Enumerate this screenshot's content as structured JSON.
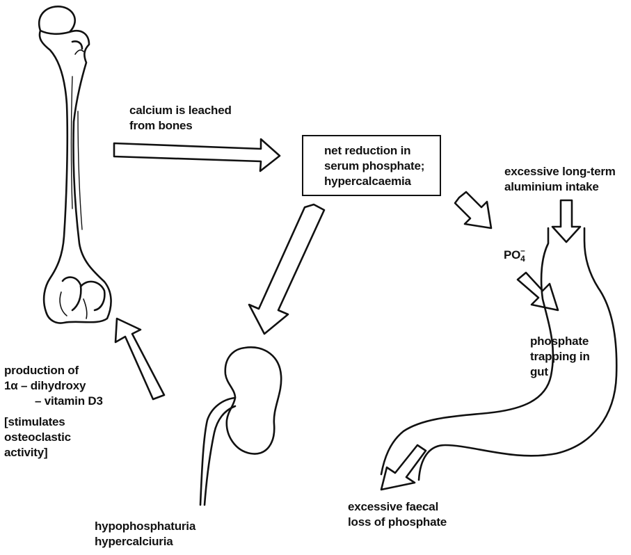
{
  "diagram": {
    "labels": {
      "calcium_leached": [
        "calcium is leached",
        "from bones"
      ],
      "net_reduction": [
        "net reduction in",
        "serum phosphate;",
        "hypercalcaemia"
      ],
      "aluminium_intake": [
        "excessive long-term",
        "aluminium intake"
      ],
      "po4": "PO",
      "po4_sub": "4",
      "po4_sup": "–",
      "phosphate_trapping": [
        "phosphate",
        "trapping in",
        "gut"
      ],
      "production_of": "production of",
      "one_alpha": "1α – dihydroxy",
      "vitamin_d3": "– vitamin D3",
      "stimulates": [
        "[stimulates",
        "osteoclastic",
        "activity]"
      ],
      "faecal_loss": [
        "excessive faecal",
        "loss of phosphate"
      ],
      "kidney_effects": [
        "hypophosphaturia",
        "hypercalciuria"
      ]
    },
    "icons": [
      "femur-bone-icon",
      "kidney-icon",
      "stomach-gut-icon",
      "flow-arrow-icon"
    ]
  }
}
